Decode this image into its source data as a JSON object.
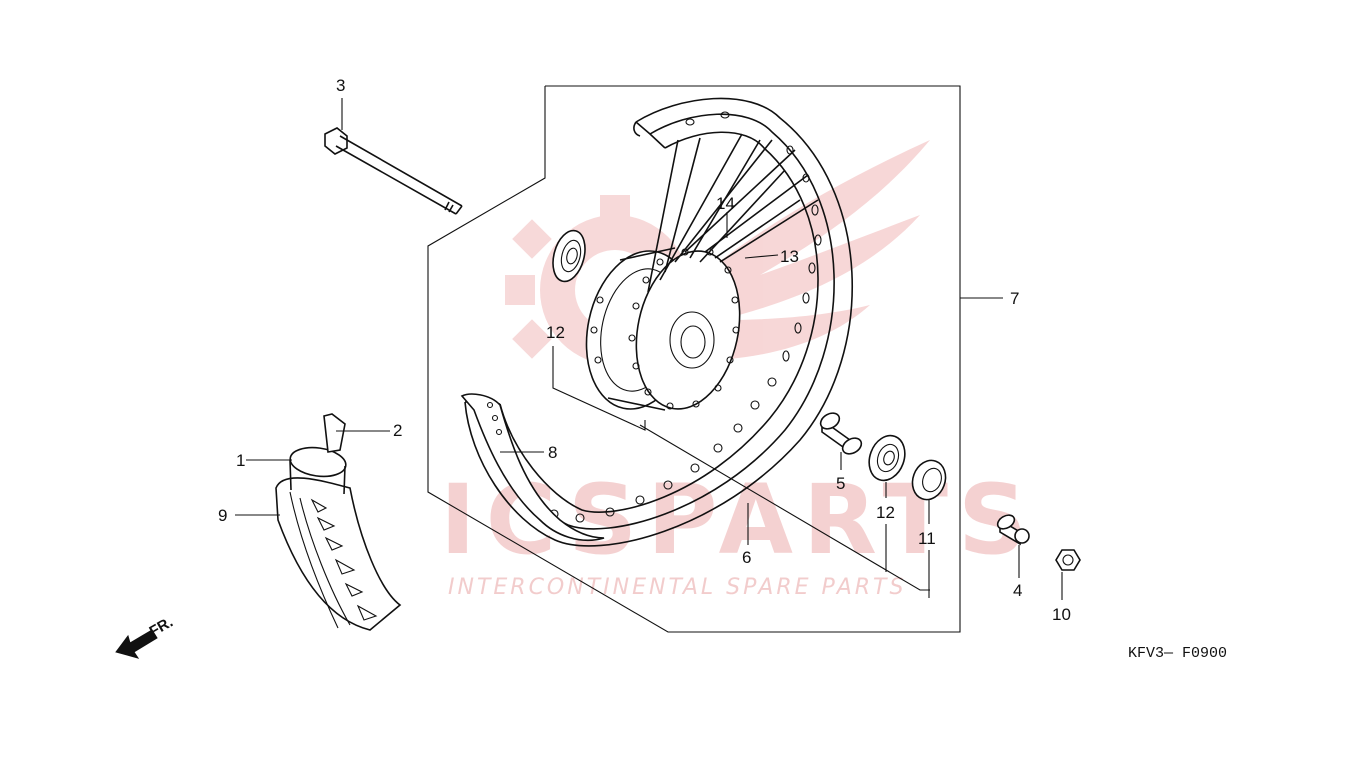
{
  "diagram": {
    "drawing_code": "KFV3— F0900",
    "front_marker": "FR.",
    "watermark": {
      "brand": "ICSPARTS",
      "tagline": "INTERCONTINENTAL SPARE PARTS"
    },
    "callouts": [
      {
        "id": "1",
        "label": "1"
      },
      {
        "id": "2",
        "label": "2"
      },
      {
        "id": "3",
        "label": "3"
      },
      {
        "id": "4",
        "label": "4"
      },
      {
        "id": "5",
        "label": "5"
      },
      {
        "id": "6",
        "label": "6"
      },
      {
        "id": "7",
        "label": "7"
      },
      {
        "id": "8",
        "label": "8"
      },
      {
        "id": "9",
        "label": "9"
      },
      {
        "id": "10",
        "label": "10"
      },
      {
        "id": "11",
        "label": "11"
      },
      {
        "id": "12a",
        "label": "12"
      },
      {
        "id": "12b",
        "label": "12"
      },
      {
        "id": "13",
        "label": "13"
      },
      {
        "id": "14",
        "label": "14"
      }
    ]
  },
  "colors": {
    "line": "#111111",
    "watermark": "#f0c4c4",
    "background": "#ffffff"
  }
}
